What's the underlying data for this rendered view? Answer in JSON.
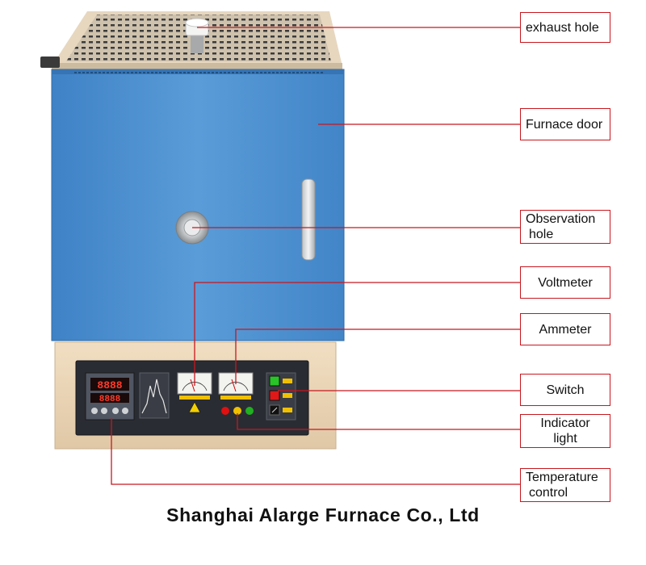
{
  "labels": {
    "exhaust_hole": "exhaust hole",
    "furnace_door": "Furnace door",
    "observation_hole_1": "Observation",
    "observation_hole_2": "hole",
    "voltmeter": "Voltmeter",
    "ammeter": "Ammeter",
    "switch": "Switch",
    "indicator_light_1": "Indicator",
    "indicator_light_2": "light",
    "temperature_control_1": "Temperature",
    "temperature_control_2": "control"
  },
  "footer": {
    "company": "Shanghai Alarge Furnace Co., Ltd"
  },
  "controller": {
    "pv": "8888",
    "sv": "8888"
  },
  "colors": {
    "door_blue": "#4a90d0",
    "body_beige": "#ecd6b8",
    "panel_dark": "#2a2c33",
    "leader_red": "#c8171e",
    "lamp_red": "#e01010",
    "lamp_yellow": "#f0c000",
    "lamp_green": "#20b020"
  }
}
